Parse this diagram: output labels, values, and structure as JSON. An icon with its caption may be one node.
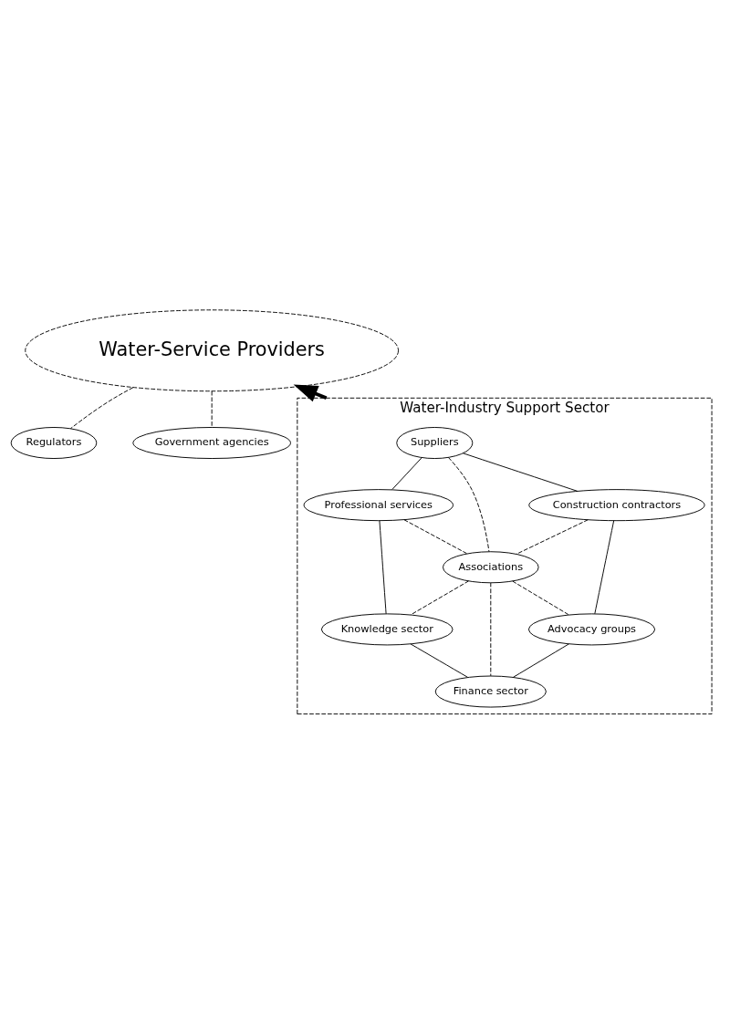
{
  "diagram": {
    "nodes": [
      {
        "text": [
          "Regulators"
        ]
      },
      {
        "text": [
          "Government agencies"
        ]
      },
      {
        "text": [
          "Water-Service Providers"
        ]
      },
      {
        "text": [
          "Water-Industry Support Sector"
        ]
      },
      {
        "text": [
          "Suppliers"
        ],
        "in": 3
      },
      {
        "text": [
          "Professional services"
        ],
        "in": 3
      },
      {
        "text": [
          "Construction contractors"
        ],
        "in": 3
      },
      {
        "text": [
          "Associations"
        ],
        "in": 3
      },
      {
        "text": [
          "Knowledge sector"
        ],
        "in": 3
      },
      {
        "text": [
          "Advocacy groups"
        ],
        "in": 3
      },
      {
        "text": [
          "Finance sector"
        ],
        "in": 3
      }
    ],
    "edges": [
      {
        "from": 0,
        "to": 2,
        "arrow": "none",
        "style": "dashed"
      },
      {
        "from": 1,
        "to": 2,
        "arrow": "none",
        "style": "dashed"
      },
      {
        "from": 3,
        "to": 2,
        "arrow": "to",
        "style": "thick"
      },
      {
        "from": 4,
        "to": 6,
        "arrow": "none"
      },
      {
        "from": 6,
        "to": 9,
        "arrow": "none"
      },
      {
        "from": 9,
        "to": 10,
        "arrow": "none"
      },
      {
        "from": 10,
        "to": 8,
        "arrow": "none"
      },
      {
        "from": 8,
        "to": 5,
        "arrow": "none"
      },
      {
        "from": 5,
        "to": 4,
        "arrow": "none"
      },
      {
        "from": 7,
        "to": 4,
        "arrow": "none",
        "style": "dashed"
      },
      {
        "from": 7,
        "to": 6,
        "arrow": "none",
        "style": "dashed"
      },
      {
        "from": 7,
        "to": 9,
        "arrow": "none",
        "style": "dashed"
      },
      {
        "from": 7,
        "to": 10,
        "arrow": "none",
        "style": "dashed"
      },
      {
        "from": 7,
        "to": 8,
        "arrow": "none",
        "style": "dashed"
      },
      {
        "from": 7,
        "to": 5,
        "arrow": "none",
        "style": "dashed"
      }
    ]
  }
}
